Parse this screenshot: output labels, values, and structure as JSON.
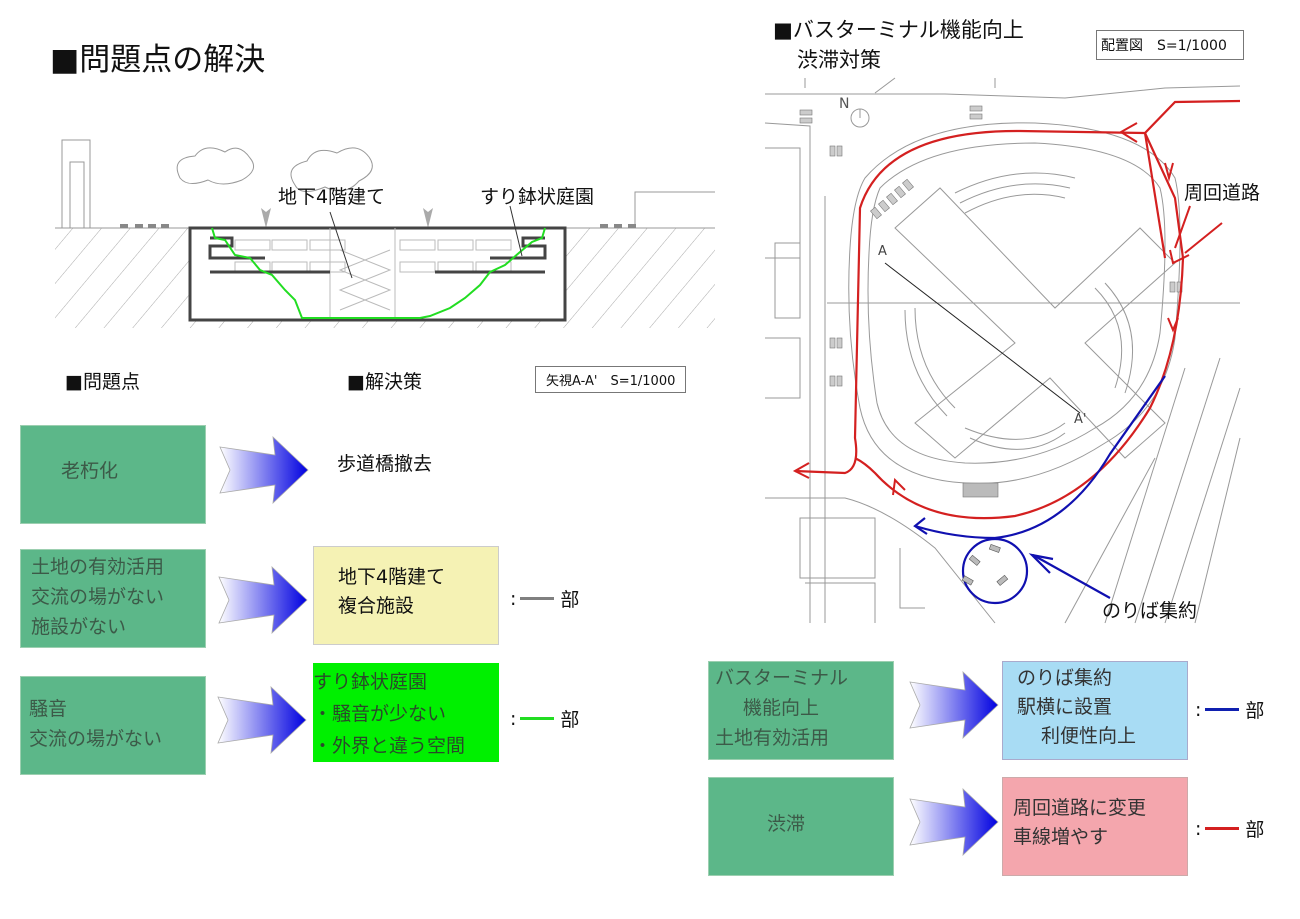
{
  "left": {
    "title": "■問題点の解決",
    "section_drawing": {
      "label_building": "地下4階建て",
      "label_garden": "すり鉢状庭園",
      "scale": "矢視A-A'　S=1/1000"
    },
    "problems_heading": "■問題点",
    "solutions_heading": "■解決策",
    "rows": [
      {
        "problem": [
          "老朽化"
        ],
        "solution": [
          "歩道橋撤去"
        ],
        "solution_box": false,
        "legend": null
      },
      {
        "problem": [
          "土地の有効活用",
          "交流の場がない",
          "施設がない"
        ],
        "solution": [
          "地下4階建て",
          "複合施設"
        ],
        "solution_box": true,
        "box_color": "#f5f2b4",
        "legend": {
          "sep": ":",
          "suffix": "部",
          "color": "#808080"
        }
      },
      {
        "problem": [
          "騒音",
          "交流の場がない"
        ],
        "solution": [
          "すり鉢状庭園",
          "・騒音が少ない",
          "・外界と違う空間"
        ],
        "solution_box": true,
        "box_color": "#00f000",
        "legend": {
          "sep": ":",
          "suffix": "部",
          "color": "#22dd22"
        }
      }
    ]
  },
  "right": {
    "title_line1": "■バスターミナル機能向上",
    "title_line2": "渋滞対策",
    "scale": "配置図　S=1/1000",
    "map": {
      "north": "N",
      "label_ring_road": "周回道路",
      "label_boarding": "のりば集約",
      "section_a": "A",
      "section_a_prime": "A'",
      "red_color": "#d42020",
      "blue_color": "#1010b0"
    },
    "rows": [
      {
        "problem": [
          "バスターミナル",
          "機能向上",
          "土地有効活用"
        ],
        "solution": [
          "のりば集約",
          "駅横に設置",
          "利便性向上"
        ],
        "box_color": "#a8dcf4",
        "legend": {
          "sep": ":",
          "suffix": "部",
          "color": "#1020b0"
        }
      },
      {
        "problem": [
          "渋滞"
        ],
        "solution": [
          "周回道路に変更",
          "車線増やす"
        ],
        "box_color": "#f4a6ad",
        "legend": {
          "sep": ":",
          "suffix": "部",
          "color": "#d42020"
        }
      }
    ]
  },
  "colors": {
    "problem_box": "#5cb789",
    "arrow_from": "#ffffff",
    "arrow_to": "#0000e0"
  }
}
